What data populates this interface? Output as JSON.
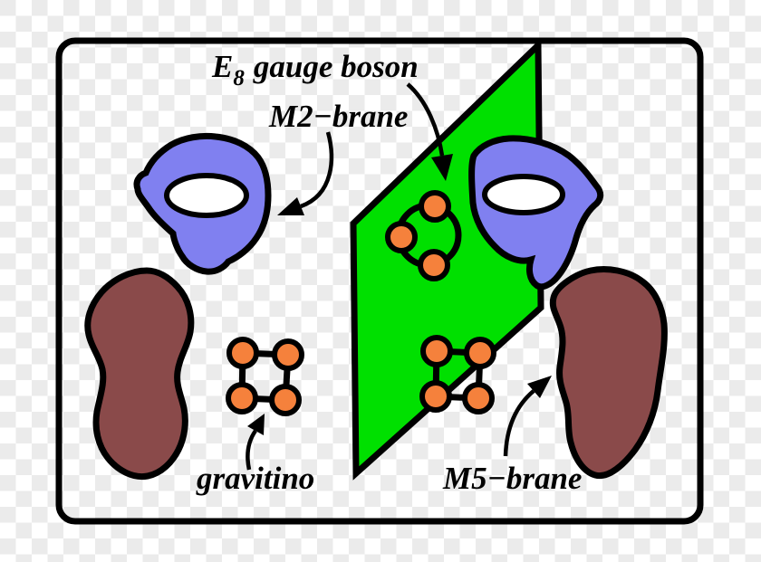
{
  "labels": {
    "e8_prefix": "E",
    "e8_subscript": "8",
    "e8_suffix": "gauge boson",
    "m2_brane": "M2−brane",
    "gravitino": "gravitino",
    "m5_brane": "M5−brane"
  },
  "colors": {
    "plane_green": "#00e000",
    "brane_blue": "#8080f0",
    "brane_maroon": "#8a4a4a",
    "particle_orange": "#f5813c",
    "hole_white": "#ffffff",
    "line_black": "#000000",
    "checker_light": "#ffffff",
    "checker_dark": "#ebebeb"
  }
}
